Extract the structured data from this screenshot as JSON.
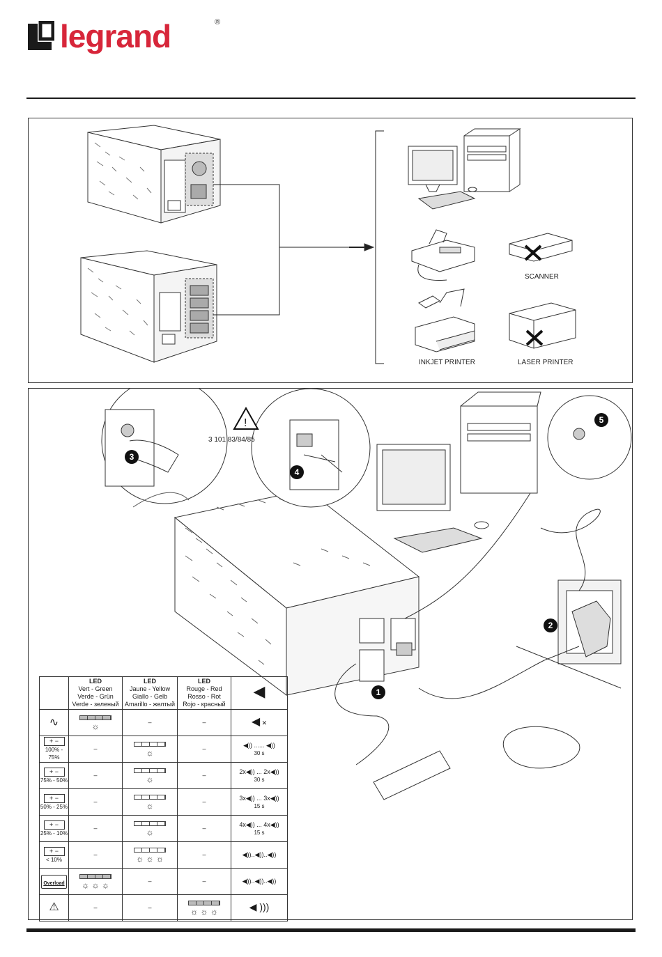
{
  "brand": {
    "name": "legrand",
    "reg": "®"
  },
  "devices": {
    "scanner": "SCANNER",
    "inkjet": "INKJET PRINTER",
    "laser": "LASER PRINTER"
  },
  "install": {
    "ref": "3 101 83/84/85",
    "steps": [
      "1",
      "2",
      "3",
      "4",
      "5"
    ]
  },
  "led_table": {
    "headers": [
      {
        "title": "LED",
        "lines": [
          "Vert - Green",
          "Verde - Grün",
          "Verde - зеленый"
        ]
      },
      {
        "title": "LED",
        "lines": [
          "Jaune - Yellow",
          "Giallo - Gelb",
          "Amarillo - желтый"
        ]
      },
      {
        "title": "LED",
        "lines": [
          "Rouge - Red",
          "Rosso - Rot",
          "Rojo - красный"
        ]
      }
    ],
    "dash": "–",
    "rows": [
      {
        "label": "",
        "green": "on",
        "yellow": "–",
        "red": "–",
        "beep": "✕",
        "secs": ""
      },
      {
        "label": "100% - 75%",
        "green": "–",
        "yellow": "on",
        "red": "–",
        "beep": "◀)) ...... ◀))",
        "secs": "30 s"
      },
      {
        "label": "75% - 50%",
        "green": "–",
        "yellow": "on",
        "red": "–",
        "beep": "2x◀)) ... 2x◀))",
        "secs": "30 s"
      },
      {
        "label": "50% - 25%",
        "green": "–",
        "yellow": "on",
        "red": "–",
        "beep": "3x◀)) ... 3x◀))",
        "secs": "15 s"
      },
      {
        "label": "25% - 10%",
        "green": "–",
        "yellow": "on",
        "red": "–",
        "beep": "4x◀)) ... 4x◀))",
        "secs": "15 s"
      },
      {
        "label": "< 10%",
        "green": "–",
        "yellow": "blink",
        "red": "–",
        "beep": "◀))..◀))..◀))",
        "secs": ""
      },
      {
        "label": "Overload",
        "green": "blink",
        "yellow": "–",
        "red": "–",
        "beep": "◀))..◀))..◀))",
        "secs": ""
      },
      {
        "label": "",
        "green": "–",
        "yellow": "–",
        "red": "blink",
        "beep": "◀ )))",
        "secs": ""
      }
    ]
  },
  "colors": {
    "brand": "#d7263a",
    "line": "#333333"
  }
}
